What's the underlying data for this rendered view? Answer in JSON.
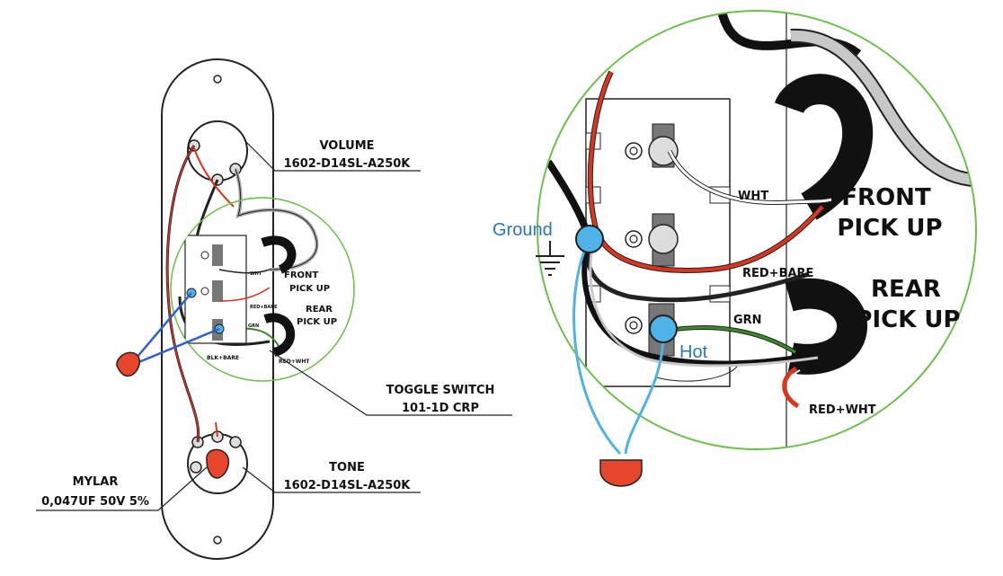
{
  "left": {
    "volume_title": "VOLUME",
    "volume_part": "1602-D14SL-A250K",
    "front_pickup_line1": "FRONT",
    "front_pickup_line2": "PICK UP",
    "rear_pickup_line1": "REAR",
    "rear_pickup_line2": "PICK UP",
    "wht": "WHT",
    "red_bare": "RED+BARE",
    "grn": "GRN",
    "blk_bare": "BLK+BARE",
    "red_wht": "RED+WHT",
    "toggle_title": "TOGGLE SWITCH",
    "toggle_part": "101-1D CRP",
    "tone_title": "TONE",
    "tone_part": "1602-D14SL-A250K",
    "mylar_title": "MYLAR",
    "mylar_spec": "0,047UF 50V 5%"
  },
  "right": {
    "ground_label": "Ground",
    "hot_label": "Hot",
    "wht": "WHT",
    "red_bare": "RED+BARE",
    "grn": "GRN",
    "red_wht": "RED+WHT",
    "front_pickup_line1": "FRONT",
    "front_pickup_line2": "PICK UP",
    "rear_pickup_line1": "REAR",
    "rear_pickup_line2": "PICK UP"
  },
  "colors": {
    "zoom_circle": "#6cc04a",
    "hot_wire": "#4fb3e8",
    "capacitor": "#e8462c",
    "red_wire": "#d9351f",
    "green_wire": "#3a8a2a"
  }
}
